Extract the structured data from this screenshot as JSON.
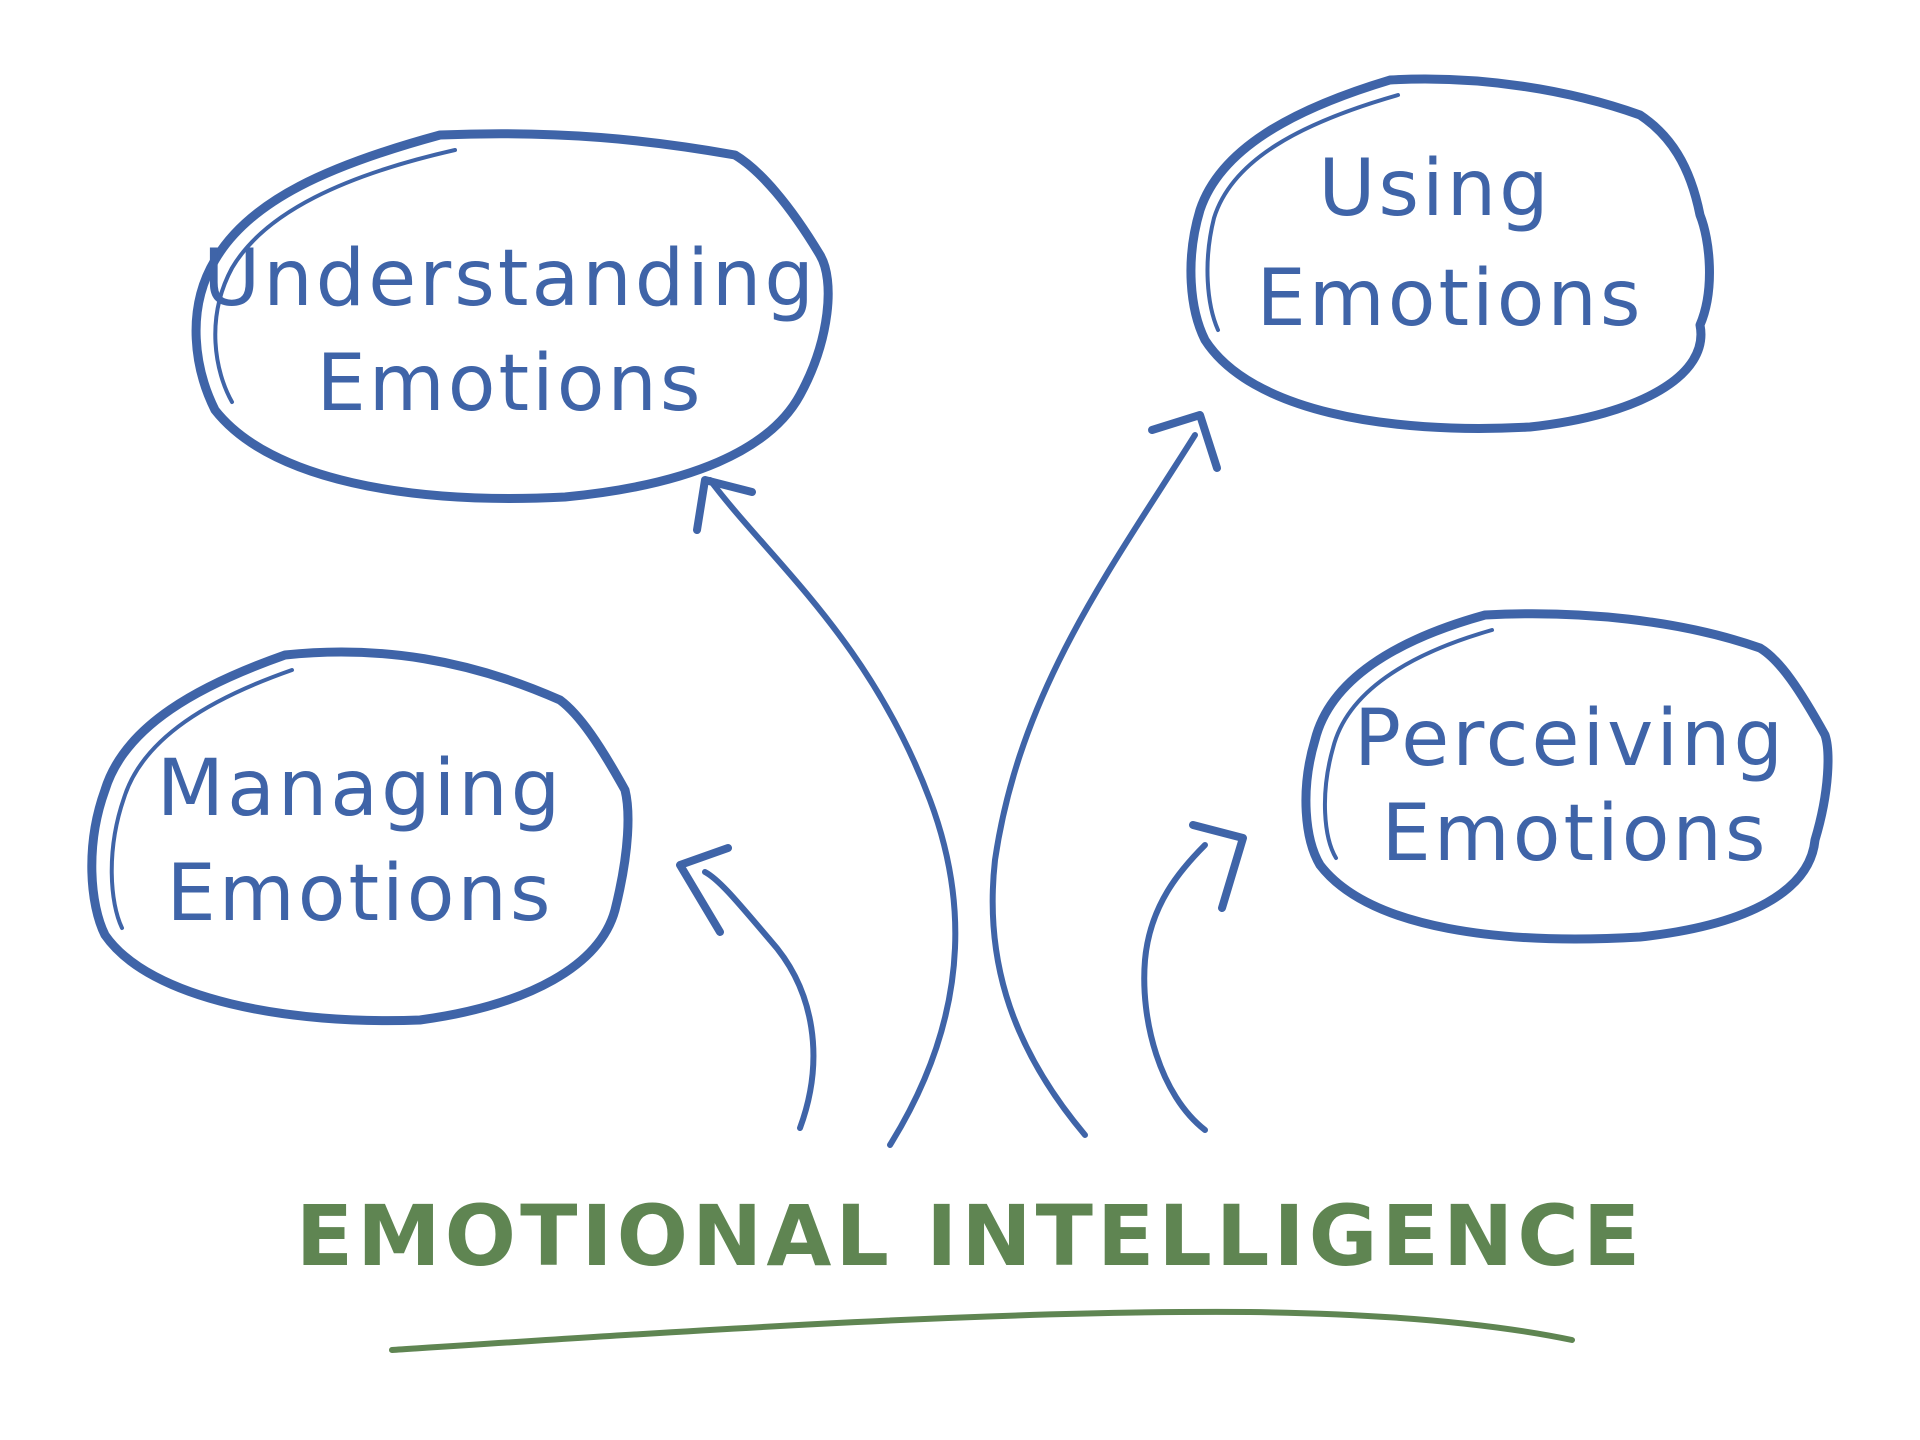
{
  "title": "EMOTIONAL INTELLIGENCE",
  "nodes": {
    "understanding": {
      "line1": "Understanding",
      "line2": "Emotions"
    },
    "using": {
      "line1": "Using",
      "line2": "Emotions"
    },
    "managing": {
      "line1": "Managing",
      "line2": "Emotions"
    },
    "perceiving": {
      "line1": "Perceiving",
      "line2": "Emotions"
    }
  },
  "colors": {
    "node_ink": "#3f64a8",
    "title_ink": "#5f8552",
    "background": "#ffffff"
  }
}
